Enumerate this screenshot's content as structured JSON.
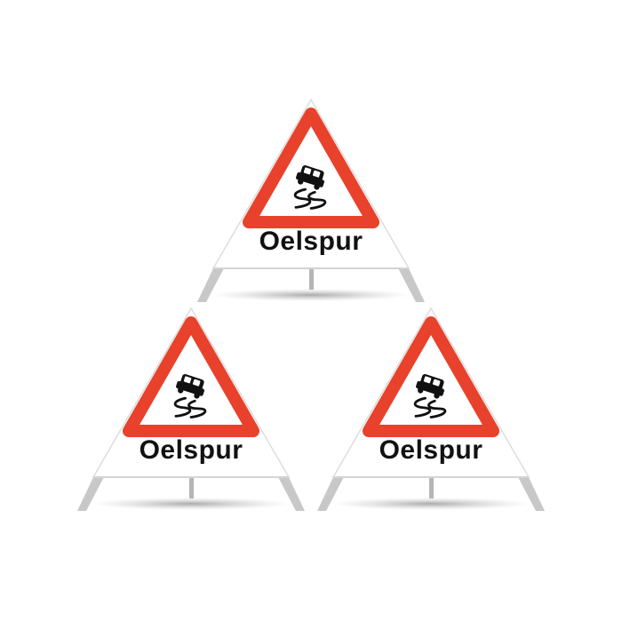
{
  "signs": [
    {
      "label": "Oelspur"
    },
    {
      "label": "Oelspur"
    },
    {
      "label": "Oelspur"
    }
  ],
  "colors": {
    "warning_red": "#e8412c",
    "panel_white": "#ffffff",
    "symbol_black": "#111111",
    "leg_grey": "#c8c8c8",
    "shadow_grey": "#9a9a9a",
    "label_black": "#111111"
  },
  "icons": {
    "symbol": "slippery-road-skidding-car-icon"
  }
}
